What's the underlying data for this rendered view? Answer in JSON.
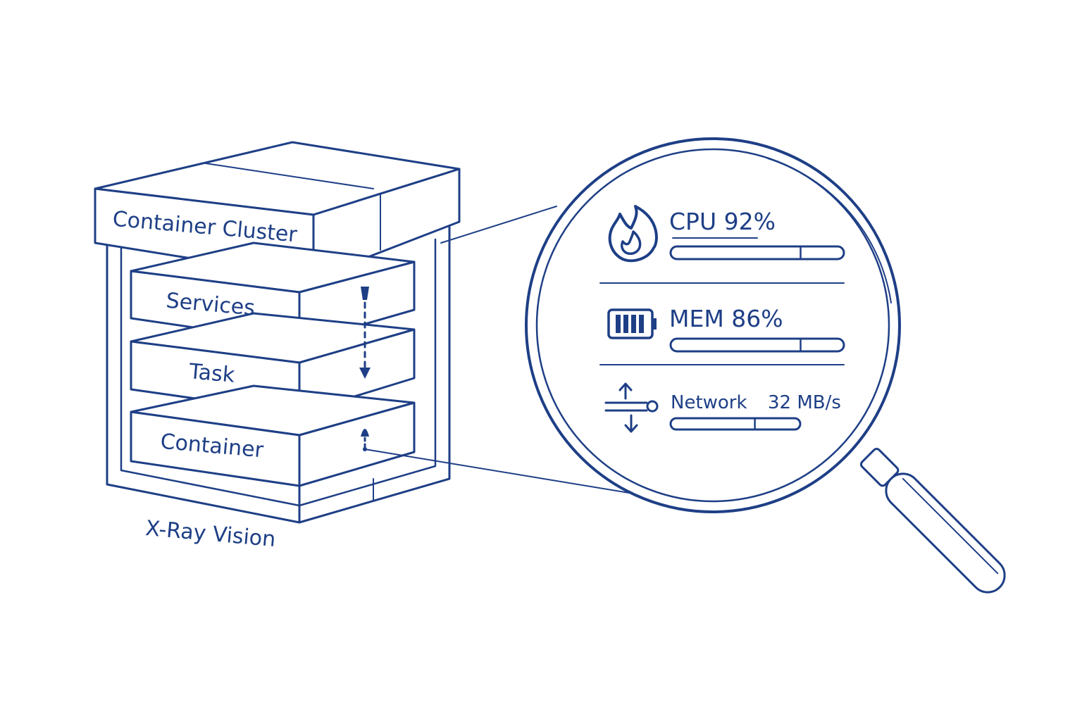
{
  "colors": {
    "ink": "#1e3f86",
    "background": "#ffffff"
  },
  "cluster": {
    "title": "Container Cluster",
    "layers": [
      "Services",
      "Task",
      "Container"
    ],
    "caption": "X-Ray Vision"
  },
  "metrics": [
    {
      "label": "CPU 92%",
      "icon": "flame-icon",
      "fill_fraction": 0.75
    },
    {
      "label": "MEM 86%",
      "icon": "memory-chip-icon",
      "fill_fraction": 0.75
    },
    {
      "label": "Network",
      "value": "32 MB/s",
      "icon": "network-arrows-icon",
      "fill_fraction": 0.65
    }
  ]
}
